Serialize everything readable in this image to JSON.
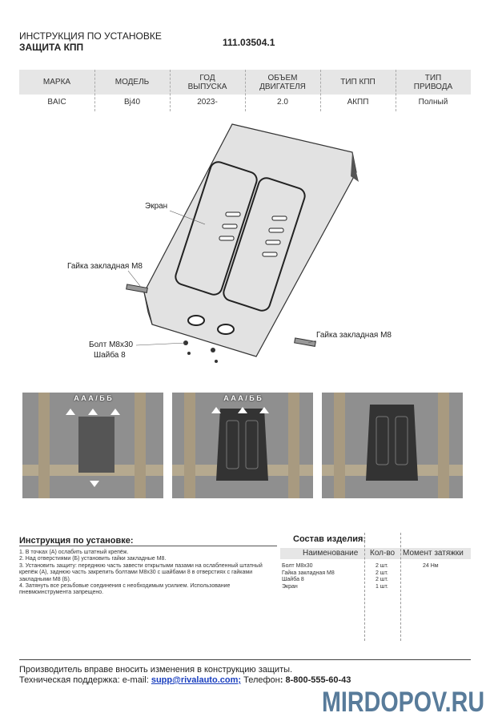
{
  "header": {
    "title": "ИНСТРУКЦИЯ ПО УСТАНОВКЕ",
    "subtitle": "ЗАЩИТА КПП",
    "article": "111.03504.1"
  },
  "spec_table": {
    "columns": [
      {
        "header": "МАРКА",
        "value": "BAIC"
      },
      {
        "header": "МОДЕЛЬ",
        "value": "Bj40"
      },
      {
        "header": "ГОД\nВЫПУСКА",
        "value": "2023-"
      },
      {
        "header": "ОБЪЕМ\nДВИГАТЕЛЯ",
        "value": "2.0"
      },
      {
        "header": "ТИП КПП",
        "value": "АКПП"
      },
      {
        "header": "ТИП\nПРИВОДА",
        "value": "Полный"
      }
    ]
  },
  "diagram": {
    "labels": {
      "screen": "Экран",
      "nut_left": "Гайка закладная М8",
      "nut_right": "Гайка закладная М8",
      "bolt": "Болт М8х30",
      "washer": "Шайба 8"
    }
  },
  "photos": [
    {
      "marks": "А А А / Б Б"
    },
    {
      "marks": "А А А / Б Б"
    },
    {
      "marks": ""
    }
  ],
  "instructions": {
    "title": "Инструкция по установке:",
    "steps": [
      "1. В точках (А) ослабить штатный крепёж.",
      "2. Над отверстиями (Б) установить гайки закладные М8.",
      "3. Установить защиту: переднюю часть завести открытыми пазами на ослабленный штатный крепёж (А), заднюю часть закрепить болтами М8х30 с шайбами 8 в отверстиях с гайками закладными М8 (Б).",
      "4. Затянуть все резьбовые соединения с необходимым усилием. Использование пневмоинструмента запрещено."
    ]
  },
  "composition": {
    "title": "Состав изделия:",
    "headers": {
      "name": "Наименование",
      "qty": "Кол-во",
      "torque": "Момент затяжки"
    },
    "items": [
      {
        "name": "Болт М8х30",
        "qty": "2 шт.",
        "torque": "24 Нм"
      },
      {
        "name": "Гайка закладная М8",
        "qty": "2 шт.",
        "torque": ""
      },
      {
        "name": "Шайба 8",
        "qty": "2 шт.",
        "torque": ""
      },
      {
        "name": "Экран",
        "qty": "1 шт.",
        "torque": ""
      }
    ]
  },
  "footer": {
    "notice": "Производитель вправе вносить изменения в конструкцию защиты.",
    "support_label": "Техническая поддержка:  e-mail: ",
    "email": "supp@rivalauto.com;",
    "phone_label": " Телефон",
    "phone": ": 8-800-555-60-43"
  },
  "watermark": "MIRDOPOV.RU"
}
